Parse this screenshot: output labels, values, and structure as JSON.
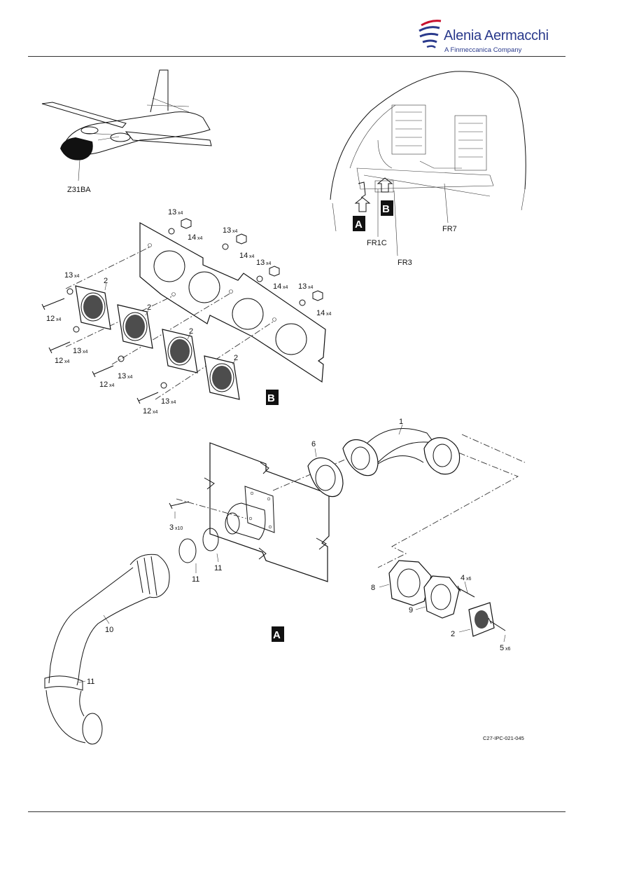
{
  "header": {
    "brand_name": "Alenia Aermacchi",
    "brand_subtitle": "A Finmeccanica Company",
    "logo_colors": {
      "red": "#c8102e",
      "blue": "#2a3a8c"
    }
  },
  "diagram": {
    "zone_label": "Z31BA",
    "frame_labels": {
      "fr7": "FR7",
      "fr1c": "FR1C",
      "fr3": "FR3"
    },
    "views": {
      "a": "A",
      "b": "B"
    },
    "figure_code": "C27-IPC-021-045",
    "callouts_b": {
      "item2": "2",
      "item12": "12",
      "item13": "13",
      "item14": "14",
      "qty4": "x4"
    },
    "callouts_a": {
      "item1": "1",
      "item2": "2",
      "item3": "3",
      "item3_qty": "x10",
      "item4": "4",
      "item4_qty": "x6",
      "item5": "5",
      "item5_qty": "x6",
      "item6": "6",
      "item8": "8",
      "item9": "9",
      "item10": "10",
      "item11": "11"
    }
  }
}
